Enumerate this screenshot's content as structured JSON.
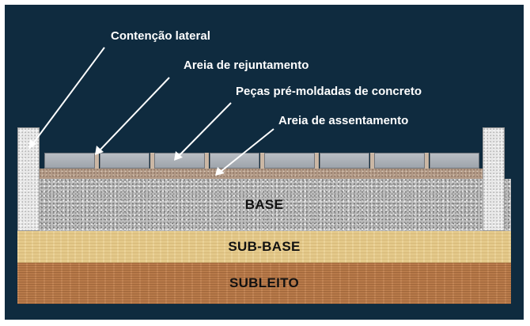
{
  "labels": {
    "contencao": "Contenção lateral",
    "areia_rejuntamento": "Areia de rejuntamento",
    "pecas": "Peças pré-moldadas de concreto",
    "areia_assentamento": "Areia de assentamento"
  },
  "layers": {
    "base": "BASE",
    "sub_base": "SUB-BASE",
    "subleito": "SUBLEITO"
  },
  "paver_count": 8,
  "colors": {
    "background": "#0f2b3f",
    "base": "#bdbdbd",
    "sub_base": "#e4c98a",
    "subleito": "#b87a4a",
    "paver": "#a9aeb4",
    "sand": "#b39a86"
  }
}
